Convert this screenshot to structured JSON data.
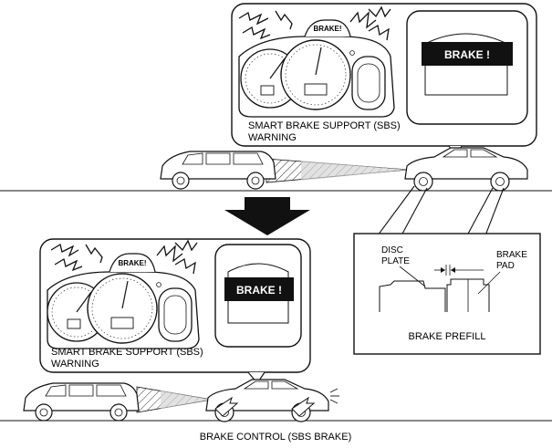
{
  "top_panel": {
    "cluster_label": "BRAKE!",
    "display_text": "BRAKE !",
    "caption_line1": "SMART BRAKE SUPPORT (SBS)",
    "caption_line2": "WARNING"
  },
  "bottom_panel": {
    "cluster_label": "BRAKE!",
    "display_text": "BRAKE !",
    "caption_line1": "SMART BRAKE SUPPORT (SBS)",
    "caption_line2": "WARNING"
  },
  "brake_detail": {
    "disc_label_line1": "DISC",
    "disc_label_line2": "PLATE",
    "pad_label_line1": "BRAKE",
    "pad_label_line2": "PAD",
    "caption": "BRAKE PREFILL"
  },
  "bottom_caption": "BRAKE CONTROL (SBS BRAKE)",
  "colors": {
    "line": "#111111",
    "display_bg": "#111111",
    "display_text": "#ffffff",
    "beam": "#cfcfcf"
  }
}
